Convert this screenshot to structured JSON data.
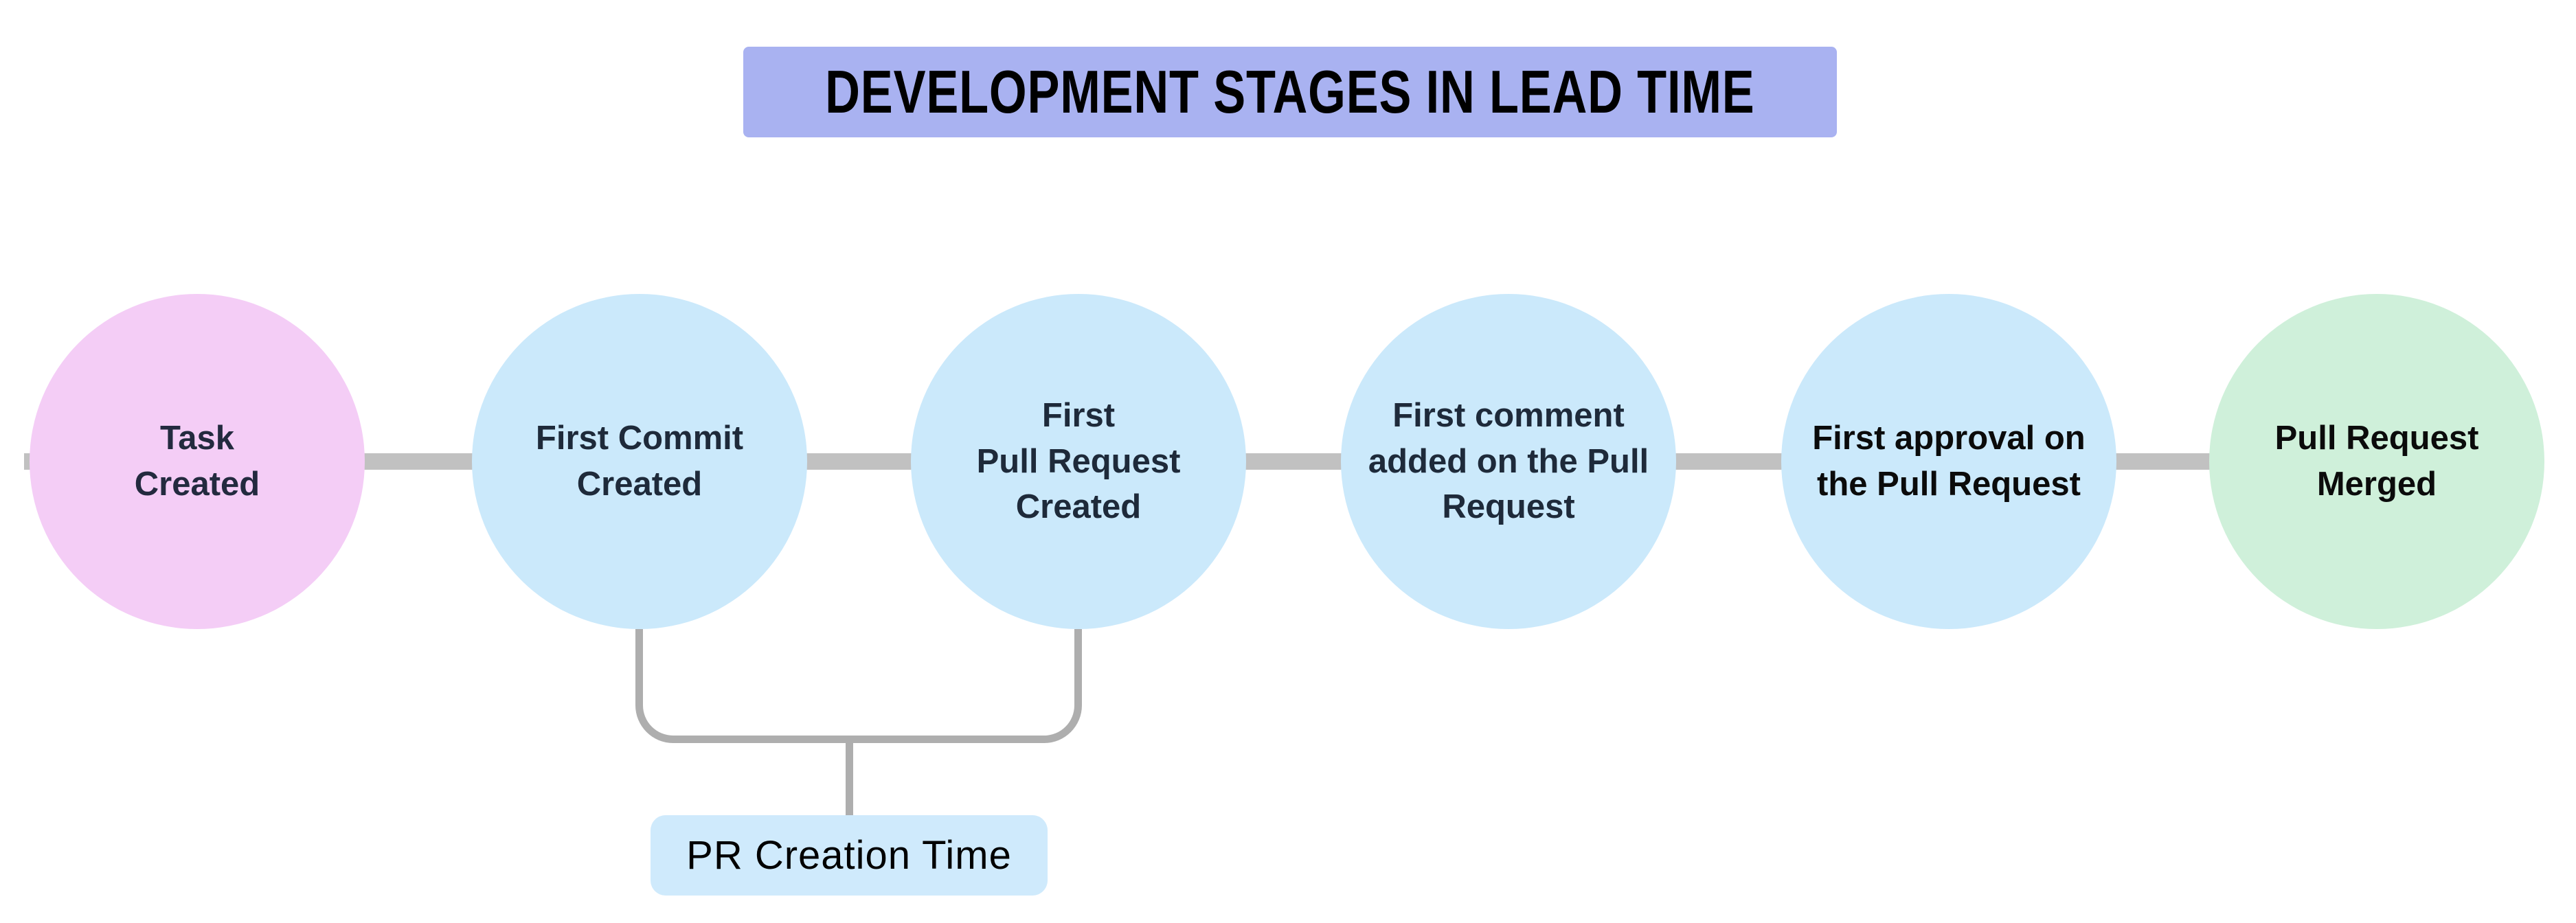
{
  "title": {
    "text": "DEVELOPMENT STAGES IN LEAD TIME"
  },
  "colors": {
    "background": "#ffffff",
    "banner_bg": "#a9b2f1",
    "title_text": "#000000",
    "connector": "#c1c1c1",
    "bracket": "#aeaeae"
  },
  "nodes": [
    {
      "id": "task-created",
      "text": "Task\nCreated",
      "fill": "#f4cdf6",
      "text_color": "#232a3f"
    },
    {
      "id": "first-commit-created",
      "text": "First Commit\nCreated",
      "fill": "#cbe9fb",
      "text_color": "#1e2a3a"
    },
    {
      "id": "first-pull-request-created",
      "text": "First\nPull Request\nCreated",
      "fill": "#cbe9fb",
      "text_color": "#1e2a3a"
    },
    {
      "id": "first-comment-added",
      "text": "First comment\nadded on the Pull\nRequest",
      "fill": "#cbe9fb",
      "text_color": "#1e2a3a"
    },
    {
      "id": "first-approval",
      "text": "First approval on\nthe Pull Request",
      "fill": "#cbe9fb",
      "text_color": "#0b0b0b"
    },
    {
      "id": "pull-request-merged",
      "text": "Pull Request\nMerged",
      "fill": "#cff0da",
      "text_color": "#0b0b0b"
    }
  ],
  "bracket_label": {
    "text": "PR Creation Time",
    "bg": "#cfeafc",
    "text_color": "#000000"
  }
}
